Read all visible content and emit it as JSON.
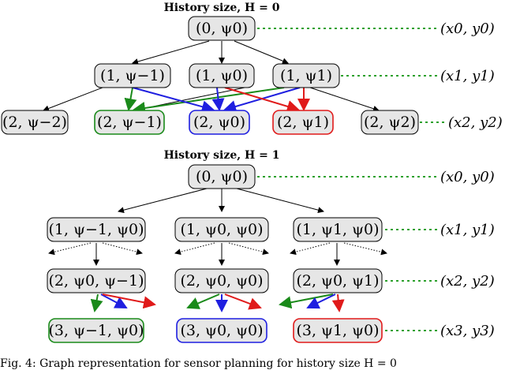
{
  "panel_top": {
    "title": "History size, H = 0",
    "nodes": {
      "root": "(0, ψ0)",
      "l1_a": "(1, ψ−1)",
      "l1_b": "(1, ψ0)",
      "l1_c": "(1, ψ1)",
      "l2_a": "(2, ψ−2)",
      "l2_b": "(2, ψ−1)",
      "l2_c": "(2, ψ0)",
      "l2_d": "(2, ψ1)",
      "l2_e": "(2, ψ2)"
    },
    "observations": [
      "(x0, y0)",
      "(x1, y1)",
      "(x2, y2)"
    ]
  },
  "panel_bottom": {
    "title": "History size, H = 1",
    "nodes": {
      "root": "(0, ψ0)",
      "l1_a": "(1, ψ−1, ψ0)",
      "l1_b": "(1, ψ0, ψ0)",
      "l1_c": "(1, ψ1, ψ0)",
      "l2_a": "(2, ψ0, ψ−1)",
      "l2_b": "(2, ψ0, ψ0)",
      "l2_c": "(2, ψ0, ψ1)",
      "l3_a": "(3, ψ−1, ψ0)",
      "l3_b": "(3, ψ0, ψ0)",
      "l3_c": "(3, ψ1, ψ0)"
    },
    "observations": [
      "(x0, y0)",
      "(x1, y1)",
      "(x2, y2)",
      "(x3, y3)"
    ]
  },
  "caption": "Fig. 4: Graph representation for sensor planning for history size H = 0",
  "colors": {
    "node_fill": "#e6e6e6",
    "green": "#1a8a1a",
    "blue": "#1f1fe0",
    "red": "#e01a1a",
    "dashed_green": "#2ca02c"
  }
}
